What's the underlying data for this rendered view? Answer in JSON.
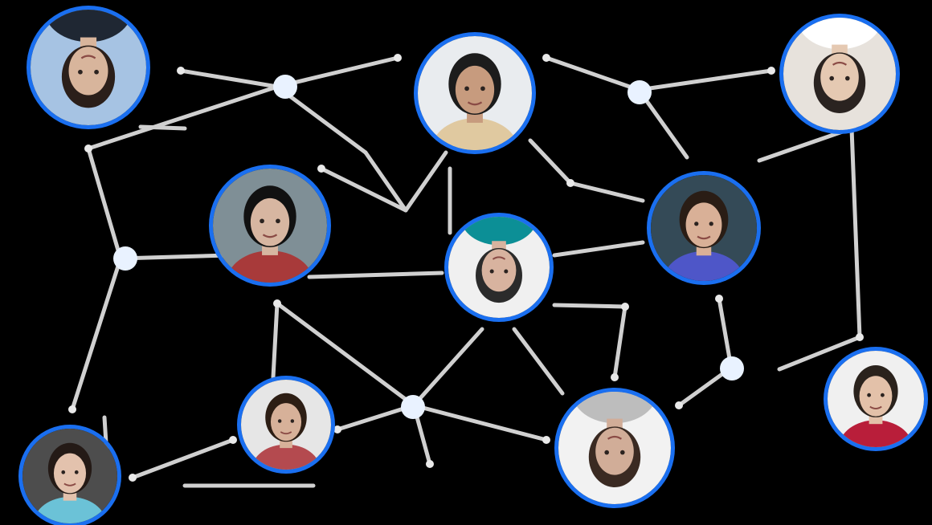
{
  "theme": {
    "background": "#000000",
    "line_color": "#dcdcdc",
    "ring_color": "#1a6ff0",
    "hub_color": "#e9f2ff"
  },
  "people": [
    {
      "id": "p1",
      "skin": "#d8b59c",
      "hair": "#2b1f1a",
      "top": "#1f2733",
      "bg": "#a6c3e3",
      "flipped": true
    },
    {
      "id": "p2",
      "skin": "#c79b7e",
      "hair": "#1c1c1c",
      "top": "#e0c9a0",
      "bg": "#e9ecef",
      "flipped": false
    },
    {
      "id": "p3",
      "skin": "#e5c9b2",
      "hair": "#2a2320",
      "top": "#ffffff",
      "bg": "#e7e2dc",
      "flipped": true
    },
    {
      "id": "p4",
      "skin": "#d7b6a1",
      "hair": "#111111",
      "top": "#a83a3a",
      "bg": "#7f8f96",
      "flipped": false
    },
    {
      "id": "p5",
      "skin": "#d8b39f",
      "hair": "#2b2b2b",
      "top": "#0c8f96",
      "bg": "#f0f0f0",
      "flipped": true
    },
    {
      "id": "p6",
      "skin": "#d9b097",
      "hair": "#2a1d15",
      "top": "#4e56c8",
      "bg": "#344a57",
      "flipped": false
    },
    {
      "id": "p7",
      "skin": "#d7b199",
      "hair": "#2d1e14",
      "top": "#b44a4f",
      "bg": "#e6e6e6",
      "flipped": false
    },
    {
      "id": "p8",
      "skin": "#d1ad98",
      "hair": "#3a2a22",
      "top": "#bdbdbd",
      "bg": "#f2f2f2",
      "flipped": true
    },
    {
      "id": "p9",
      "skin": "#e3c1a9",
      "hair": "#2a221c",
      "top": "#b91e3a",
      "bg": "#f0f0f0",
      "flipped": false
    },
    {
      "id": "p10",
      "skin": "#e3c2ad",
      "hair": "#241a16",
      "top": "#6bc2d7",
      "bg": "#4d4d4d",
      "flipped": false
    }
  ]
}
